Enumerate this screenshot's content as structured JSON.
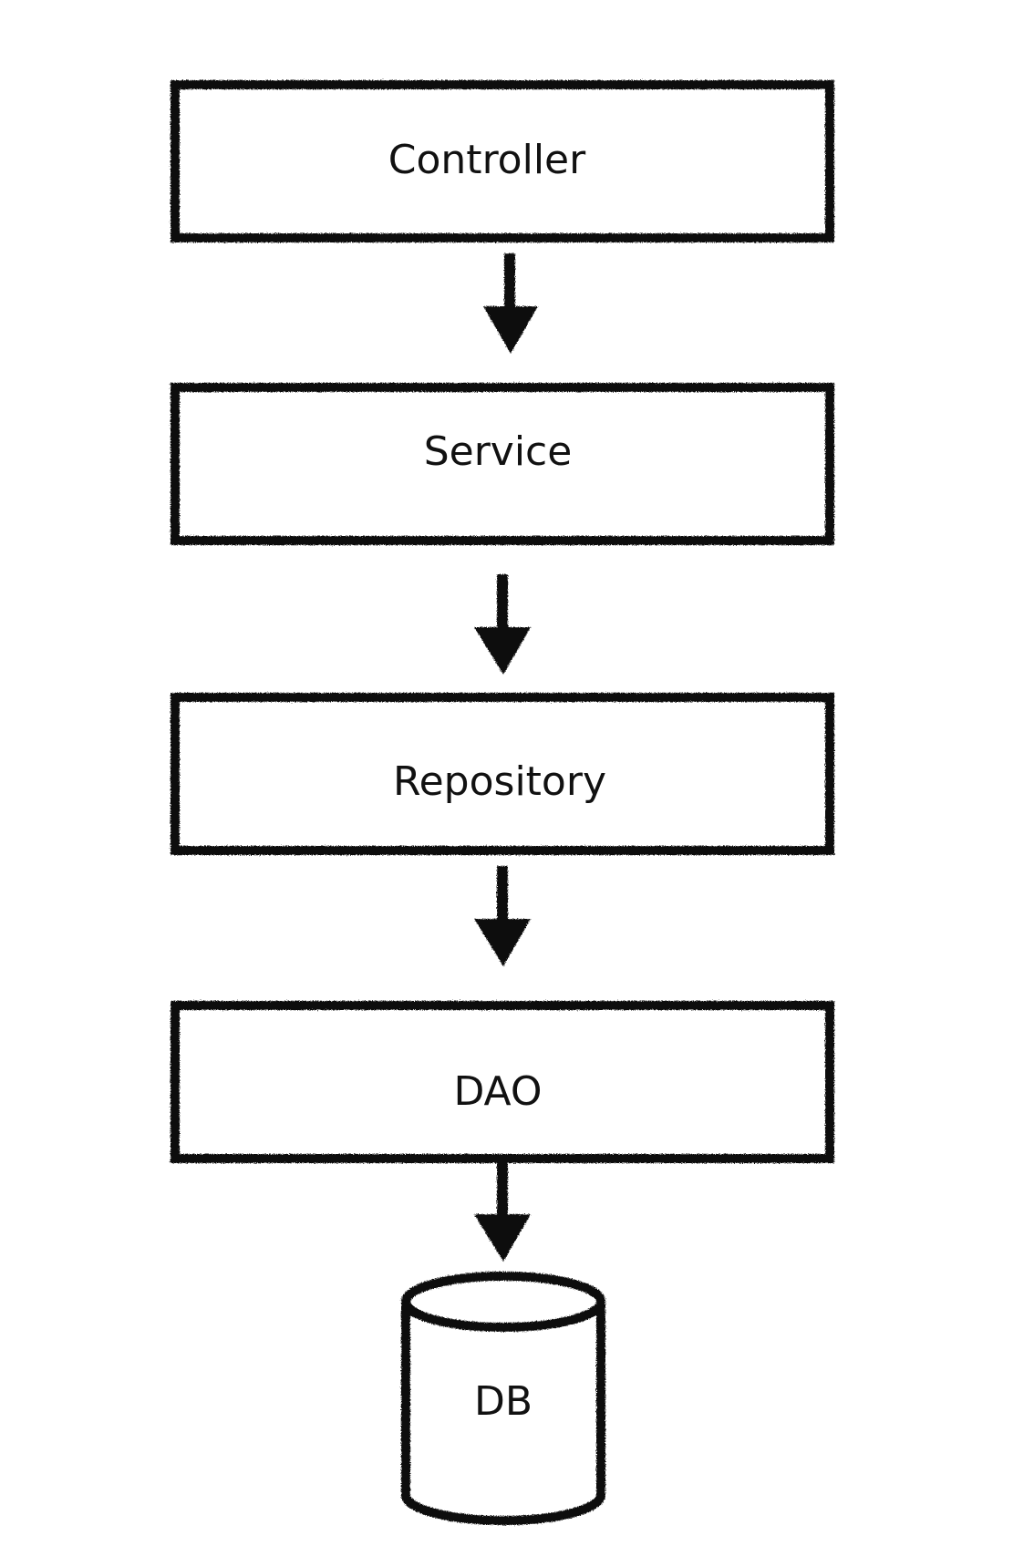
{
  "diagram": {
    "nodes": [
      {
        "id": "controller",
        "label": "Controller",
        "shape": "rectangle"
      },
      {
        "id": "service",
        "label": "Service",
        "shape": "rectangle"
      },
      {
        "id": "repository",
        "label": "Repository",
        "shape": "rectangle"
      },
      {
        "id": "dao",
        "label": "DAO",
        "shape": "rectangle"
      },
      {
        "id": "db",
        "label": "DB",
        "shape": "cylinder"
      }
    ],
    "edges": [
      {
        "from": "controller",
        "to": "service"
      },
      {
        "from": "service",
        "to": "repository"
      },
      {
        "from": "repository",
        "to": "dao"
      },
      {
        "from": "dao",
        "to": "db"
      }
    ],
    "style": {
      "stroke_color": "#111111",
      "background": "#ffffff",
      "look": "hand-drawn chalk"
    }
  }
}
